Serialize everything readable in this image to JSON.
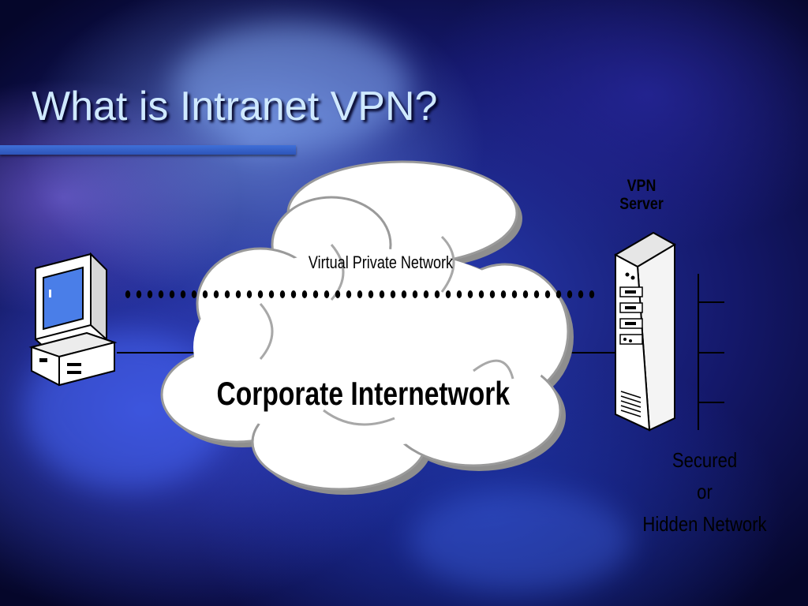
{
  "slide": {
    "title": "What is Intranet VPN?"
  },
  "diagram": {
    "cloud_top_label": "Virtual Private Network",
    "cloud_main_label": "Corporate Internetwork",
    "server_label_line1": "VPN",
    "server_label_line2": "Server",
    "network_label_line1": "Secured",
    "network_label_line2": "or",
    "network_label_line3": "Hidden Network",
    "icons": [
      "desktop-computer-icon",
      "server-tower-icon",
      "cloud-icon"
    ],
    "colors": {
      "title": "#cfe9ff",
      "accent_bar": "#3f6fd8",
      "background": "#1a2a9a",
      "cloud_fill": "#ffffff",
      "cloud_outline": "#9a9a9a",
      "dots": "#000000"
    }
  }
}
